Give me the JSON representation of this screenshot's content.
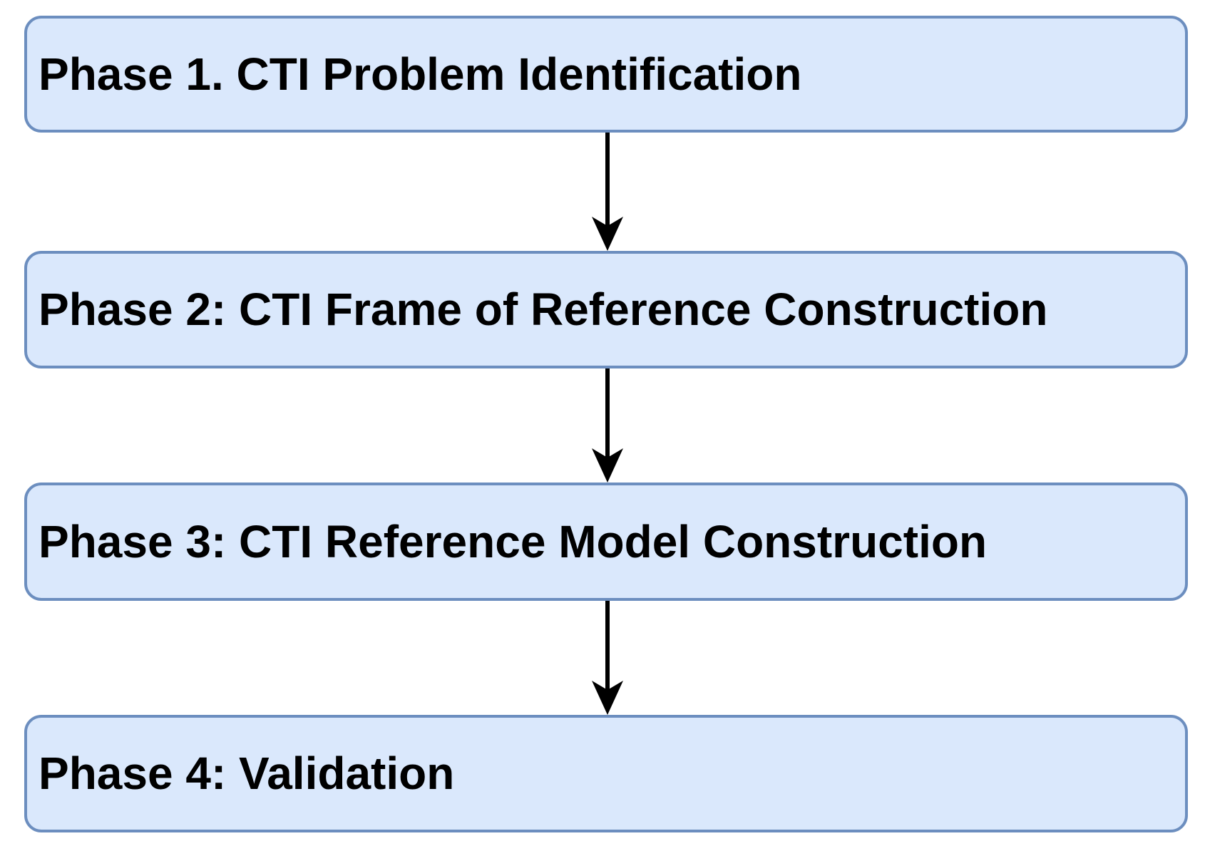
{
  "diagram": {
    "type": "flowchart",
    "direction": "top-down",
    "colors": {
      "background": "#ffffff",
      "box_fill": "#dae8fc",
      "box_border": "#6c8ebf",
      "text": "#000000",
      "arrow": "#000000"
    },
    "phases": [
      {
        "label": "Phase 1. CTI Problem Identification"
      },
      {
        "label": "Phase 2: CTI Frame of Reference Construction"
      },
      {
        "label": "Phase 3: CTI Reference Model Construction"
      },
      {
        "label": "Phase 4: Validation"
      }
    ],
    "connectors": [
      {
        "from": "Phase 1. CTI Problem Identification",
        "to": "Phase 2: CTI Frame of Reference Construction",
        "style": "arrow-down"
      },
      {
        "from": "Phase 2: CTI Frame of Reference Construction",
        "to": "Phase 3: CTI Reference Model Construction",
        "style": "arrow-down"
      },
      {
        "from": "Phase 3: CTI Reference Model Construction",
        "to": "Phase 4: Validation",
        "style": "arrow-down"
      }
    ]
  }
}
